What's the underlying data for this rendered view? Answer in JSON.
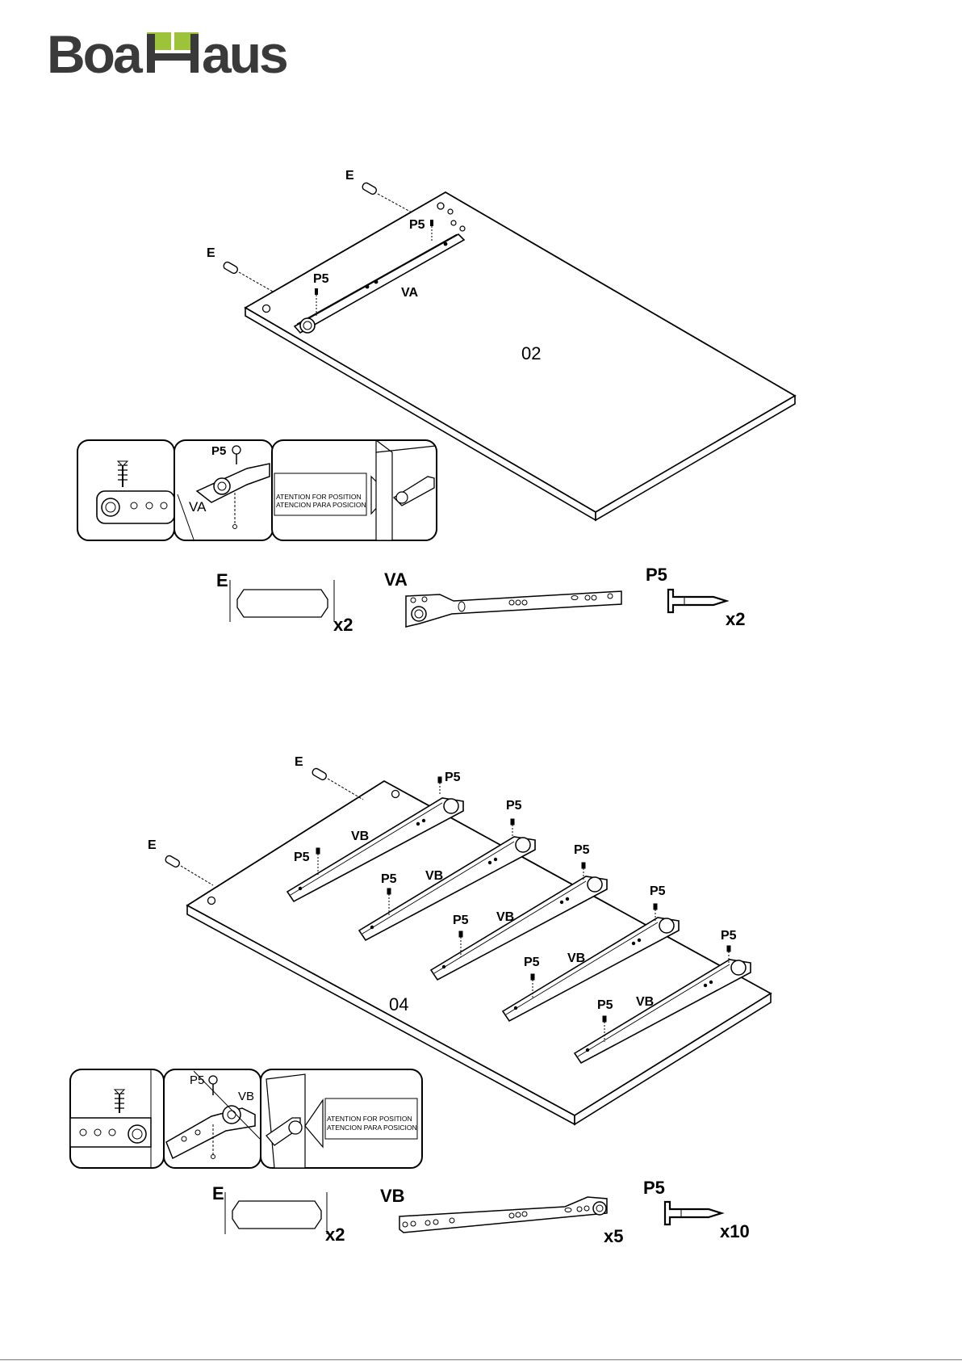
{
  "brand": {
    "name": "BoaHaus",
    "accent_color": "#9dc33b",
    "text_color": "#3a3a3a"
  },
  "step1": {
    "panel_number": "02",
    "labels": {
      "dowel_a": "E",
      "dowel_b": "E",
      "screw_a": "P5",
      "screw_b": "P5",
      "rail": "VA"
    },
    "detail": {
      "screw": "P5",
      "rail": "VA",
      "note_line1": "ATENTION FOR POSITION",
      "note_line2": "ATENCION PARA POSICION"
    },
    "parts": [
      {
        "code": "E",
        "qty": "x2",
        "icon": "wooden-dowel-icon"
      },
      {
        "code": "VA",
        "qty": "",
        "icon": "drawer-rail-icon"
      },
      {
        "code": "P5",
        "qty": "x2",
        "icon": "screw-icon"
      }
    ]
  },
  "step2": {
    "panel_number": "04",
    "labels": {
      "dowel_a": "E",
      "dowel_b": "E",
      "rail": "VB",
      "screw": "P5"
    },
    "detail": {
      "screw": "P5",
      "rail": "VB",
      "note_line1": "ATENTION FOR POSITION",
      "note_line2": "ATENCION PARA POSICION"
    },
    "parts": [
      {
        "code": "E",
        "qty": "x2",
        "icon": "wooden-dowel-icon"
      },
      {
        "code": "VB",
        "qty": "x5",
        "icon": "drawer-rail-icon"
      },
      {
        "code": "P5",
        "qty": "x10",
        "icon": "screw-icon"
      }
    ]
  }
}
